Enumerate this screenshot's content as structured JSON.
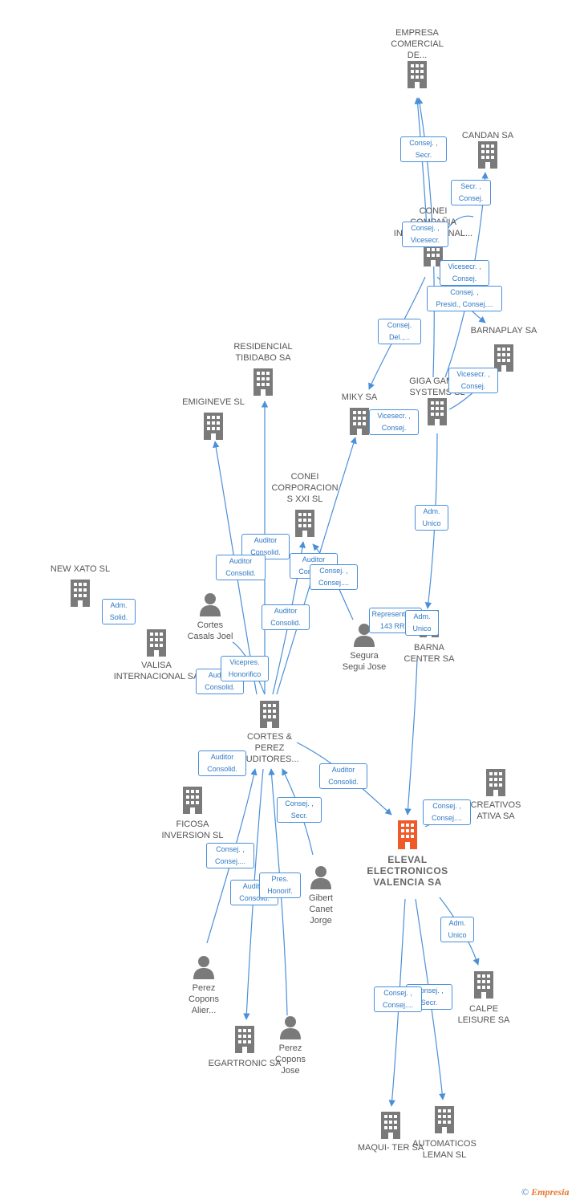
{
  "colors": {
    "company_icon": "#7a7a7a",
    "main_company_icon": "#f05a28",
    "person_icon": "#7a7a7a",
    "edge": "#4a90d9",
    "relation_text": "#2f78c4"
  },
  "nodes": [
    {
      "id": "empresa_comercial",
      "kind": "company",
      "label": "EMPRESA\nCOMERCIAL\nDE..."
    },
    {
      "id": "candan",
      "kind": "company",
      "label": "CANDAN SA"
    },
    {
      "id": "conei_compania",
      "kind": "company",
      "label": "CONEI\nCOMPAÑIA\nINTERNACIONAL..."
    },
    {
      "id": "barnaplay",
      "kind": "company",
      "label": "BARNAPLAY SA"
    },
    {
      "id": "giga_games",
      "kind": "company",
      "label": "GIGA GAMES\nSYSTEMS SL"
    },
    {
      "id": "residencial_tibidabo",
      "kind": "company",
      "label": "RESIDENCIAL\nTIBIDABO SA"
    },
    {
      "id": "emigineve",
      "kind": "company",
      "label": "EMIGINEVE SL"
    },
    {
      "id": "miky",
      "kind": "company",
      "label": "MIKY SA"
    },
    {
      "id": "conei_corporacion",
      "kind": "company",
      "label": "CONEI\nCORPORACION\nS XXI SL"
    },
    {
      "id": "new_xato",
      "kind": "company",
      "label": "NEW XATO SL"
    },
    {
      "id": "valisa",
      "kind": "company",
      "label": "VALISA\nINTERNACIONAL SA"
    },
    {
      "id": "cortes_casals",
      "kind": "person",
      "label": "Cortes\nCasals Joel"
    },
    {
      "id": "segura_segui",
      "kind": "person",
      "label": "Segura\nSegui Jose"
    },
    {
      "id": "barna_center",
      "kind": "company",
      "label": "BARNA\nCENTER SA"
    },
    {
      "id": "cortes_perez",
      "kind": "company",
      "label": "CORTES &\nPEREZ\nAUDITORES..."
    },
    {
      "id": "creativos",
      "kind": "company",
      "label": "CREATIVOS\nATIVA SA"
    },
    {
      "id": "eleval",
      "kind": "main",
      "label": "ELEVAL\nELECTRONICOS\nVALENCIA SA"
    },
    {
      "id": "ficosa",
      "kind": "company",
      "label": "FICOSA\nINVERSION SL"
    },
    {
      "id": "gibert_canet",
      "kind": "person",
      "label": "Gibert\nCanet\nJorge"
    },
    {
      "id": "calpe_leisure",
      "kind": "company",
      "label": "CALPE\nLEISURE SA"
    },
    {
      "id": "perez_copons_alier",
      "kind": "person",
      "label": "Perez\nCopons\nAlier..."
    },
    {
      "id": "perez_copons_jose",
      "kind": "person",
      "label": "Perez\nCopons\nJose"
    },
    {
      "id": "egartronic",
      "kind": "company",
      "label": "EGARTRONIC SA"
    },
    {
      "id": "maqui_ter",
      "kind": "company",
      "label": "MAQUI- TER SA"
    },
    {
      "id": "automaticos_leman",
      "kind": "company",
      "label": "AUTOMATICOS\nLEMAN SL"
    }
  ],
  "relations": [
    {
      "id": "r1",
      "text": "Consej. ,\nSecr."
    },
    {
      "id": "r2",
      "text": "Secr. ,\nConsej."
    },
    {
      "id": "r3",
      "text": "Consej. ,\nVicesecr."
    },
    {
      "id": "r4",
      "text": "Vicesecr. ,\nConsej."
    },
    {
      "id": "r5",
      "text": "Consej. ,\nPresid., Consej...."
    },
    {
      "id": "r6",
      "text": "Consej.\nDel.,..."
    },
    {
      "id": "r7",
      "text": "Vicesecr. ,\nConsej."
    },
    {
      "id": "r8",
      "text": "Vicesecr. ,\nConsej."
    },
    {
      "id": "r9",
      "text": "Adm.\nUnico"
    },
    {
      "id": "r10",
      "text": "Auditor\nConsolid."
    },
    {
      "id": "r11",
      "text": "Auditor\nConsolid."
    },
    {
      "id": "r12",
      "text": "Auditor\nConsolid."
    },
    {
      "id": "r13",
      "text": "Consej. ,\nConsej...."
    },
    {
      "id": "r14",
      "text": "Adm.\nSolid."
    },
    {
      "id": "r15",
      "text": "Auditor\nConsolid."
    },
    {
      "id": "r16",
      "text": "Representante\n143 RRM"
    },
    {
      "id": "r17",
      "text": "Adm.\nUnico"
    },
    {
      "id": "r18",
      "text": "Auditor\nConsolid."
    },
    {
      "id": "r19",
      "text": "Vicepres.\nHonorifico"
    },
    {
      "id": "r20",
      "text": "Auditor\nConsolid."
    },
    {
      "id": "r21",
      "text": "Auditor\nConsolid."
    },
    {
      "id": "r22",
      "text": "Consej. ,\nSecr."
    },
    {
      "id": "r23",
      "text": "Consej. ,\nConsej...."
    },
    {
      "id": "r24",
      "text": "Consej. ,\nConsej...."
    },
    {
      "id": "r25",
      "text": "Auditor\nConsolid."
    },
    {
      "id": "r26",
      "text": "Pres.\nHonorif."
    },
    {
      "id": "r27",
      "text": "Adm.\nUnico"
    },
    {
      "id": "r28",
      "text": "Consej. ,\nSecr."
    },
    {
      "id": "r29",
      "text": "Consej. ,\nConsej...."
    }
  ],
  "footer": {
    "copyright": "©",
    "brand": "Empresia"
  }
}
